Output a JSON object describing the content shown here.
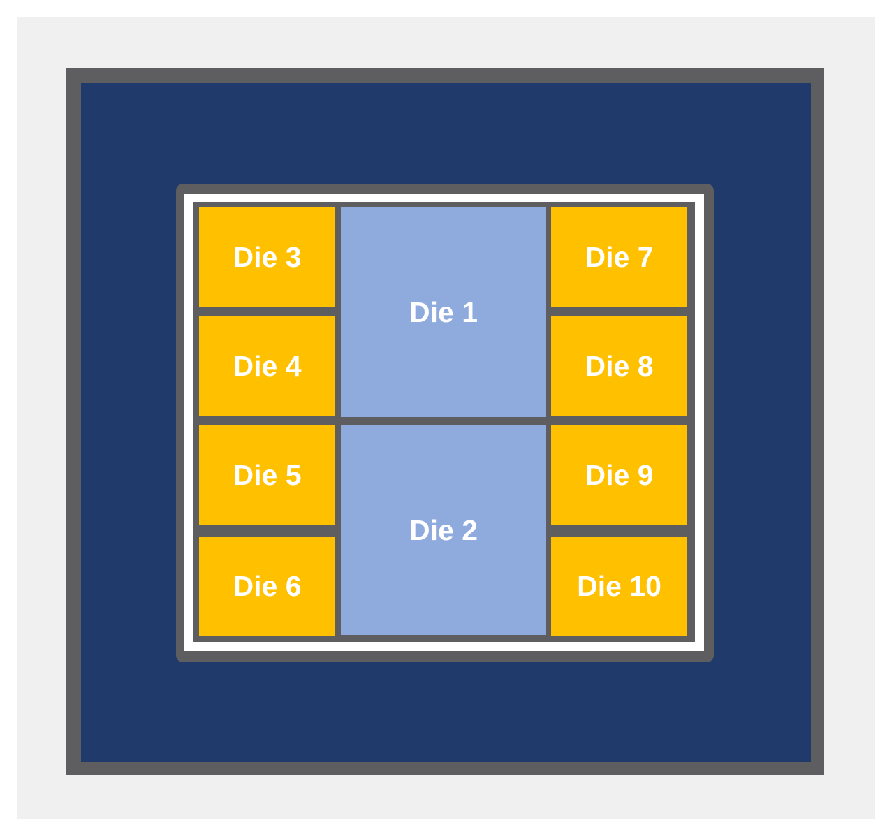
{
  "diagram": {
    "colors": {
      "backdrop": "#f0f0f0",
      "substrate_frame": "#5e5e60",
      "substrate": "#1f3a6b",
      "interposer_border": "#5e5e60",
      "center_die": "#8faadc",
      "side_die": "#ffc000",
      "label": "#ffffff"
    },
    "dies": {
      "die1": "Die 1",
      "die2": "Die 2",
      "die3": "Die 3",
      "die4": "Die 4",
      "die5": "Die 5",
      "die6": "Die 6",
      "die7": "Die 7",
      "die8": "Die 8",
      "die9": "Die 9",
      "die10": "Die 10"
    }
  }
}
